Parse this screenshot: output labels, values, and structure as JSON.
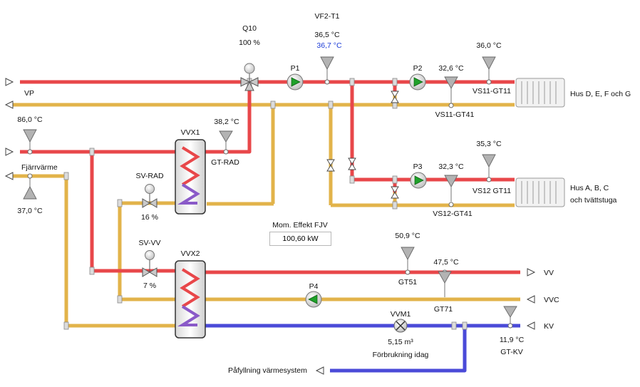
{
  "colors": {
    "supply": "#e8474a",
    "return": "#e2b34a",
    "cold": "#4a4ad8",
    "accent_setpoint": "#1a3ad6",
    "pump_arrow": "#1fa12a"
  },
  "icons": {
    "pump": "pump-icon",
    "valve": "valve-icon",
    "sensor": "temp-sensor-icon",
    "meter": "flow-meter-icon",
    "radiator": "radiator-icon",
    "arrow": "flow-arrow-icon"
  },
  "valves": {
    "q10": {
      "name": "Q10",
      "opening": "100 %"
    },
    "sv_rad": {
      "name": "SV-RAD",
      "opening": "16 %"
    },
    "sv_vv": {
      "name": "SV-VV",
      "opening": "7 %"
    }
  },
  "sensors": {
    "vf2_t1": {
      "name": "VF2-T1",
      "value": "36,5 °C",
      "setpoint": "36,7 °C"
    },
    "vs11_gt11": {
      "name": "VS11-GT11",
      "value": "36,0 °C"
    },
    "vs11_gt41": {
      "name": "VS11-GT41",
      "value": "32,6 °C"
    },
    "vs12_gt11": {
      "name": "VS12 GT11",
      "value": "35,3 °C"
    },
    "vs12_gt41": {
      "name": "VS12-GT41",
      "value": "32,3 °C"
    },
    "gt_rad": {
      "name": "GT-RAD",
      "value": "38,2 °C"
    },
    "fjv_supply": {
      "value": "86,0 °C"
    },
    "fjv_return": {
      "value": "37,0 °C"
    },
    "gt51": {
      "name": "GT51",
      "value": "50,9 °C"
    },
    "gt71": {
      "name": "GT71",
      "value": "47,5 °C"
    },
    "gt_kv": {
      "name": "GT-KV",
      "value": "11,9 °C"
    }
  },
  "pumps": {
    "p1": "P1",
    "p2": "P2",
    "p3": "P3",
    "p4": "P4"
  },
  "exchangers": {
    "vvx1": "VVX1",
    "vvx2": "VVX2"
  },
  "lines": {
    "vp": "VP",
    "fjarrvarme": "Fjärrvärme",
    "vv": "VV",
    "vvc": "VVC",
    "kv": "KV",
    "pafyllning": "Påfyllning värmesystem"
  },
  "buildings": {
    "hus_defg": "Hus D, E, F och G",
    "hus_abc_1": "Hus A, B, C",
    "hus_abc_2": "och tvättstuga"
  },
  "effect": {
    "label": "Mom. Effekt FJV",
    "value": "100,60 kW"
  },
  "meter": {
    "name": "VVM1",
    "value": "5,15 m³",
    "caption": "Förbrukning idag"
  }
}
